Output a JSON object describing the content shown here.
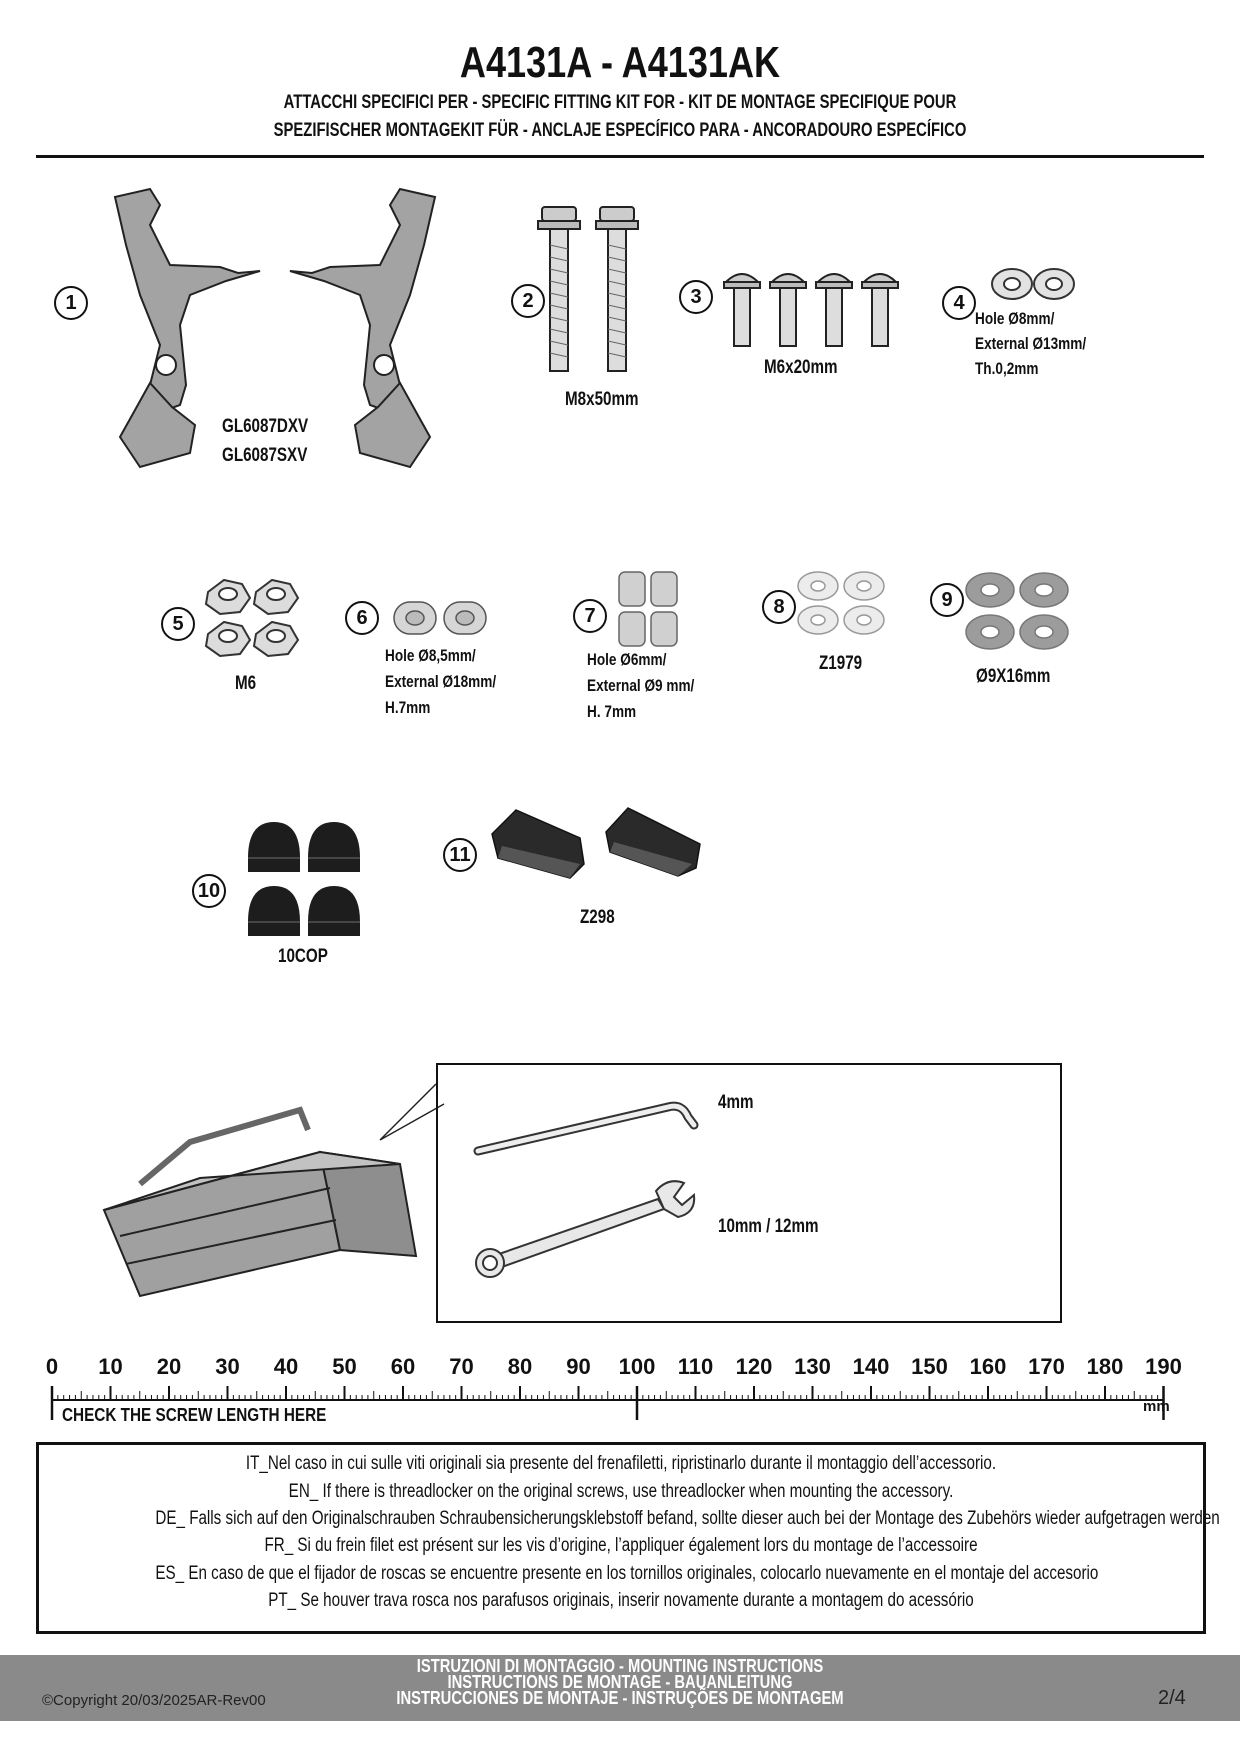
{
  "header": {
    "title": "A4131A - A4131AK",
    "line1": "ATTACCHI SPECIFICI PER  -  SPECIFIC FITTING KIT FOR  -  KIT DE MONTAGE SPECIFIQUE POUR",
    "line2": "SPEZIFISCHER MONTAGEKIT FÜR  -  ANCLAJE ESPECÍFICO PARA - ANCORADOURO ESPECÍFICO"
  },
  "parts": [
    {
      "number": "1",
      "labels": [
        "GL6087DXV",
        "GL6087SXV"
      ]
    },
    {
      "number": "2",
      "labels": [
        "M8x50mm"
      ]
    },
    {
      "number": "3",
      "labels": [
        "M6x20mm"
      ]
    },
    {
      "number": "4",
      "labels": [
        "Hole Ø8mm/",
        "External Ø13mm/",
        "Th.0,2mm"
      ]
    },
    {
      "number": "5",
      "labels": [
        "M6"
      ]
    },
    {
      "number": "6",
      "labels": [
        "Hole Ø8,5mm/",
        "External Ø18mm/",
        "H.7mm"
      ]
    },
    {
      "number": "7",
      "labels": [
        "Hole Ø6mm/",
        "External Ø9 mm/",
        "H. 7mm"
      ]
    },
    {
      "number": "8",
      "labels": [
        "Z1979"
      ]
    },
    {
      "number": "9",
      "labels": [
        "Ø9X16mm"
      ]
    },
    {
      "number": "10",
      "labels": [
        "10COP"
      ]
    },
    {
      "number": "11",
      "labels": [
        "Z298"
      ]
    }
  ],
  "tools": {
    "hex_key": "4mm",
    "wrench": "10mm / 12mm"
  },
  "ruler": {
    "ticks": [
      "0",
      "10",
      "20",
      "30",
      "40",
      "50",
      "60",
      "70",
      "80",
      "90",
      "100",
      "110",
      "120",
      "130",
      "140",
      "150",
      "160",
      "170",
      "180",
      "190"
    ],
    "caption": "CHECK THE SCREW LENGTH HERE",
    "unit": "mm"
  },
  "notes": [
    "IT_Nel caso in cui sulle viti originali sia presente del frenafiletti, ripristinarlo durante il montaggio dell’accessorio.",
    "EN_ If there is threadlocker on the original screws, use threadlocker when mounting the accessory.",
    "DE_ Falls sich auf den Originalschrauben Schraubensicherungsklebstoff befand, sollte dieser auch bei der Montage des Zubehörs wieder aufgetragen werden",
    "FR_ Si du frein filet est présent sur les vis d’origine, l’appliquer également lors du montage de l’accessoire",
    "ES_ En caso de que el fijador de roscas se encuentre presente en los tornillos originales, colocarlo nuevamente en el montaje del accesorio",
    "PT_ Se houver trava rosca nos parafusos originais, inserir novamente durante a montagem do acessório"
  ],
  "footer": {
    "line1": "ISTRUZIONI DI MONTAGGIO  -  MOUNTING INSTRUCTIONS",
    "line2": "INSTRUCTIONS DE MONTAGE - BAUANLEITUNG",
    "line3": "INSTRUCCIONES DE MONTAJE - INSTRUÇÕES DE MONTAGEM",
    "copyright": "©Copyright 20/03/2025AR-Rev00",
    "page": "2/4"
  }
}
